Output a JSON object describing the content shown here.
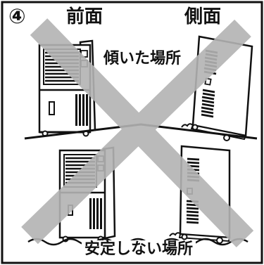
{
  "figure": {
    "number": "④",
    "header_front": "前面",
    "header_side": "側面",
    "caption_tilted": "傾いた場所",
    "caption_unstable": "安定しない場所"
  },
  "colors": {
    "frame": "#111111",
    "cross": "#b3b3b3",
    "line_art": "#111111",
    "background": "#ffffff"
  },
  "icons": {
    "front_unit_top": "dehumidifier-front-icon",
    "side_unit_top": "dehumidifier-side-icon",
    "front_unit_bottom": "dehumidifier-front-icon",
    "side_unit_bottom": "dehumidifier-side-icon",
    "prohibition_mark": "cross-out-icon"
  }
}
